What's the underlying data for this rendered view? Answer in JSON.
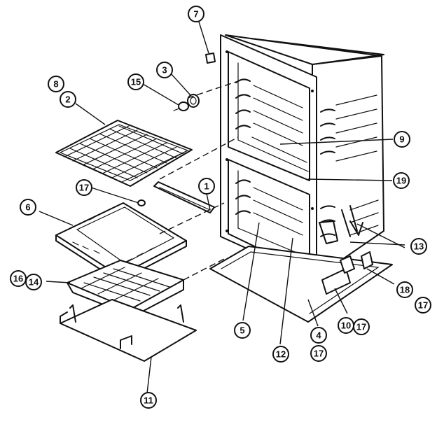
{
  "callouts": {
    "c7": "7",
    "c3": "3",
    "c15": "15",
    "c8": "8",
    "c2": "2",
    "c17a": "17",
    "c1": "1",
    "c6": "6",
    "c16": "16",
    "c14": "14",
    "c11": "11",
    "c9": "9",
    "c19": "19",
    "c13": "13",
    "c5": "5",
    "c12": "12",
    "c4": "4",
    "c17b": "17",
    "c10": "10",
    "c17c": "17",
    "c18": "18",
    "c17d": "17"
  }
}
